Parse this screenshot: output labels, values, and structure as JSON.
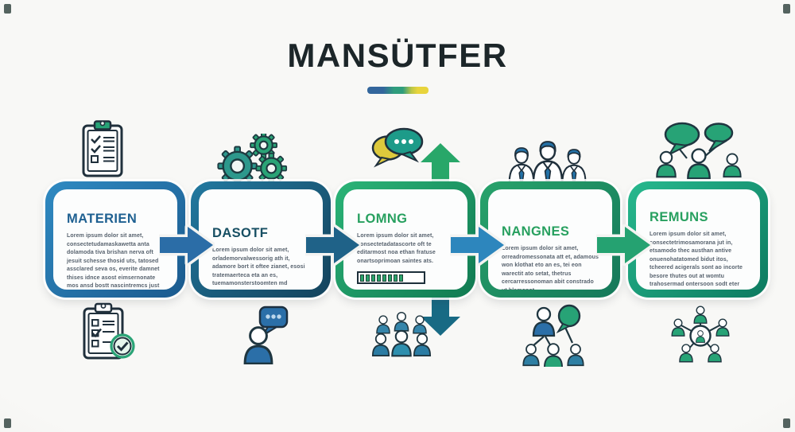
{
  "title": "MANSÜTFER",
  "accent_bar_colors": [
    "#33669c",
    "#2f9d7c",
    "#e8d43c"
  ],
  "background_color": "#f4f4f2",
  "steps": [
    {
      "title": "MATERIEN",
      "title_color": "#1e6091",
      "frame_colors": [
        "#2f8ac2",
        "#1b5a8e"
      ],
      "body": "Lorem ipsum dolor sit amet, consectetudamaskawetta anta dolamoda tiva brishan nerva oft jesuit schesse thosid uts, tatosed assclared seva os, everite damnet thises idnce asost eimsernonate mos ansd bostt nascintremcs just esibt cituliset.",
      "icon_top": "clipboard-checklist-icon",
      "icon_bottom": "clipboard-approved-icon",
      "connector_color": "#2b6da7"
    },
    {
      "title": "DASOTF",
      "title_color": "#174f63",
      "frame_colors": [
        "#2279a0",
        "#14435c"
      ],
      "body": "Lorem ipsum dolor sit amet, orlademorvalwessorig ath it, adamore bort it oftee zianet, esosi tratemaerteca eta an es, tuemamonsterstoomten md eonosid anesthesit.",
      "icon_top": "gears-icon",
      "icon_bottom": "person-chat-icon",
      "connector_color": "#1f6288"
    },
    {
      "title": "LOMNG",
      "title_color": "#27a05f",
      "frame_colors": [
        "#2bb477",
        "#117a52"
      ],
      "body": "Lorem ipsum dolor sit amet, consectetadatascorte oft te editarmost noa ethan fratuse onartsoprimoan saintes ats.",
      "icon_top": "speech-bubbles-icon",
      "icon_bottom": "group-icon",
      "connector_color": "#2d86bd",
      "progress": {
        "filled_segments": 8,
        "total_segments": 11,
        "fill_color": "#2aa36a"
      },
      "branch_up_color": "#28a769",
      "branch_down_color": "#186a84"
    },
    {
      "title": "NANGNES",
      "title_color": "#27a05f",
      "frame_colors": [
        "#28a36b",
        "#15785a"
      ],
      "body": "Lorem ipsum dolor sit amet, orreadromessonata att et, adamous won klothat eto an es, tei eon warectit ato setat, thetrus cercarressonoman abit constrado ut blamonot.",
      "icon_top": "team-icon",
      "icon_bottom": "network-chat-icon",
      "connector_color": "#25a271"
    },
    {
      "title": "REMUNS",
      "title_color": "#27a05f",
      "frame_colors": [
        "#27b98e",
        "#0d7a60"
      ],
      "body": "Lorem ipsum dolor sit amet, consectetrimosamorana jut in, etsamodo thec austhan antive onuenohatatomed bidut itos, tcheered acigerals sont ao incorte besore thutes out at womtu trahosermad ontersoon sodt eter onstationang ik kittie wortebox.",
      "icon_top": "discussion-icon",
      "icon_bottom": "org-network-icon"
    }
  ]
}
